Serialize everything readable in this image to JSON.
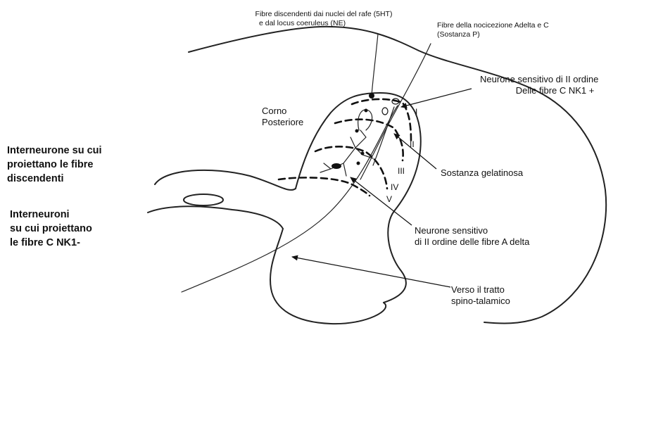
{
  "labels": {
    "descending_fibers_1": "Fibre discendenti dai nuclei del rafe (5HT)",
    "descending_fibers_2": "e dal locus coeruleus (NE)",
    "nociception_1": "Fibre della nocicezione Adelta e C",
    "nociception_2": "(Sostanza P)",
    "neuron_c_1": "Neurone sensitivo di II ordine",
    "neuron_c_2": "Delle fibre C NK1 +",
    "corno_1": "Corno",
    "corno_2": "Posteriore",
    "gelatinosa": "Sostanza gelatinosa",
    "neuron_a_1": "Neurone sensitivo",
    "neuron_a_2": "di II ordine delle fibre A delta",
    "tract_1": "Verso il tratto",
    "tract_2": "spino-talamico",
    "interneuron_desc_1": "Interneurone su cui",
    "interneuron_desc_2": "proiettano le fibre",
    "interneuron_desc_3": "discendenti",
    "interneuron_c_1": "Interneuroni",
    "interneuron_c_2": "su cui proiettano",
    "interneuron_c_3": "le fibre C NK1-"
  },
  "laminae": [
    "I",
    "II",
    "III",
    "IV",
    "V"
  ]
}
